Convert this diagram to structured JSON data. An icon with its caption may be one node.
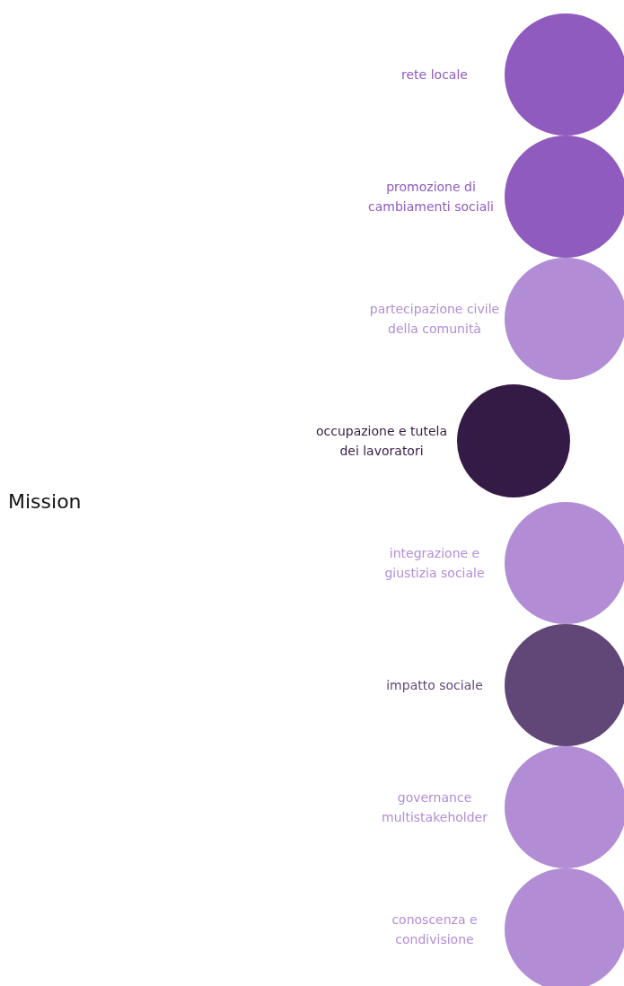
{
  "diagram": {
    "nodes": [
      {
        "text": [],
        "shape": "circle",
        "beside": [
          "rete locale"
        ]
      },
      {
        "text": [],
        "shape": "circle",
        "beside": [
          "promozione di cambiamenti sociali"
        ]
      },
      {
        "text": [],
        "shape": "circle",
        "beside": [
          "partecipazione civile della comunità"
        ]
      },
      {
        "text": [],
        "shape": "circle",
        "beside": [
          "occupazione e tutela dei lavoratori"
        ]
      },
      {
        "text": [],
        "shape": "circle",
        "beside": [
          "integrazione e giustizia sociale"
        ]
      },
      {
        "text": [],
        "shape": "circle",
        "beside": [
          "impatto sociale"
        ]
      },
      {
        "text": [],
        "shape": "circle",
        "beside": [
          "governance multistakeholder"
        ]
      },
      {
        "text": [],
        "shape": "circle",
        "beside": [
          "conoscenza e condivisione"
        ]
      }
    ],
    "labels": [
      "Mission"
    ]
  }
}
